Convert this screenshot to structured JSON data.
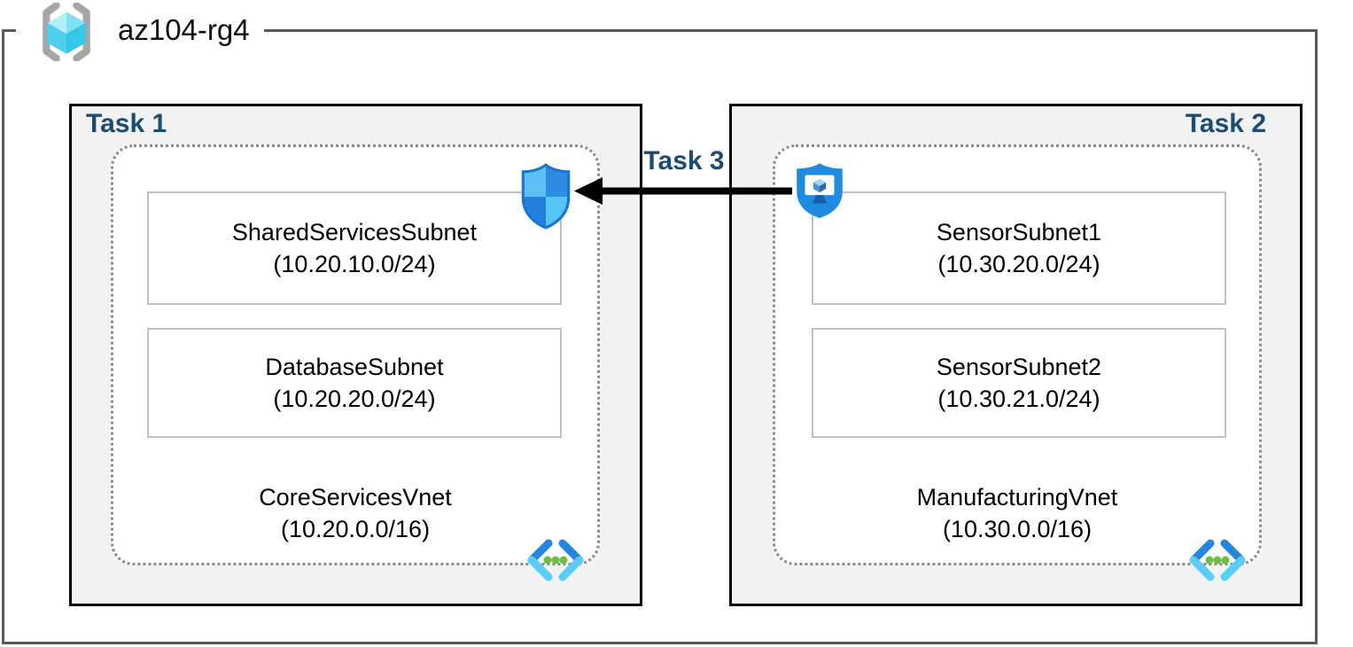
{
  "header": {
    "resource_group": "az104-rg4"
  },
  "vnets": [
    {
      "task_label": "Task 1",
      "name": "CoreServicesVnet",
      "cidr": "(10.20.0.0/16)",
      "subnets": [
        {
          "name": "SharedServicesSubnet",
          "cidr": "(10.20.10.0/24)"
        },
        {
          "name": "DatabaseSubnet",
          "cidr": "(10.20.20.0/24)"
        }
      ]
    },
    {
      "task_label": "Task 2",
      "name": "ManufacturingVnet",
      "cidr": "(10.30.0.0/16)",
      "subnets": [
        {
          "name": "SensorSubnet1",
          "cidr": "(10.30.20.0/24)"
        },
        {
          "name": "SensorSubnet2",
          "cidr": "(10.30.21.0/24)"
        }
      ]
    }
  ],
  "connection": {
    "label": "Task 3",
    "direction": "right-to-left"
  },
  "icons": {
    "resource_group": "resource-group-brackets-cube-icon",
    "left_vnet": "virtual-network-icon",
    "right_vnet": "virtual-network-icon",
    "shield": "network-security-shield-icon",
    "bastion": "bastion-shielded-monitor-icon"
  },
  "colors": {
    "task_label": "#1C4B73",
    "frame_border": "#595959",
    "task_box_border": "#000000",
    "task_box_fill": "#F2F2F2",
    "subnet_box_border": "#BFBFBF",
    "dotted_border": "#8A8A8A",
    "arrow": "#000000",
    "azure_blue": "#1D8CE0",
    "vnet_dot_green": "#6CBE45"
  }
}
